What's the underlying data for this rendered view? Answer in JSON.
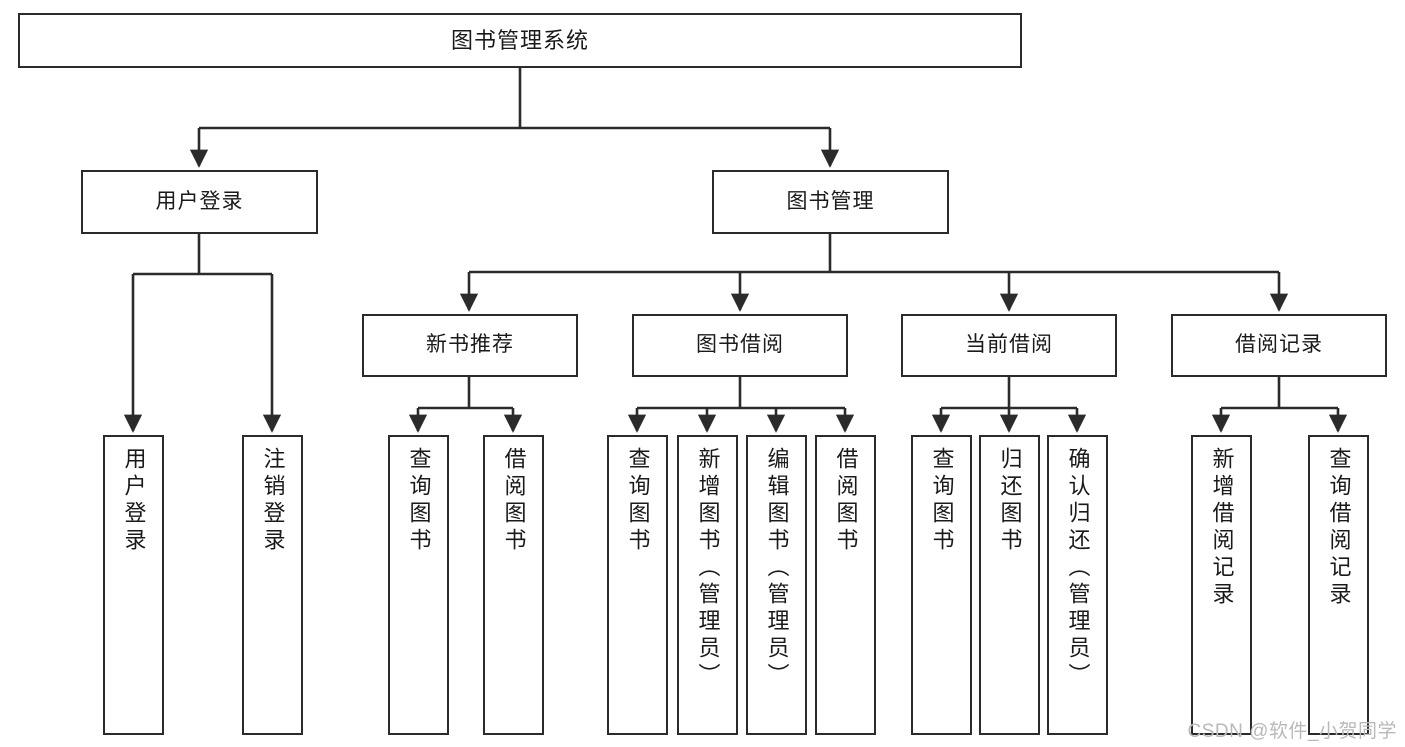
{
  "diagram": {
    "type": "tree-hierarchy-chart",
    "title_node": "图书管理系统",
    "colors": {
      "box_border": "#2b2b2b",
      "box_fill": "#ffffff",
      "edge": "#2b2b2b",
      "text": "#1a1a1a",
      "watermark": "#b9b9b9",
      "background": "#ffffff"
    },
    "nodes": {
      "root": {
        "label": "图书管理系统"
      },
      "level2": [
        {
          "id": "user-login",
          "label": "用户登录"
        },
        {
          "id": "book-manage",
          "label": "图书管理"
        }
      ],
      "level3": [
        {
          "id": "new-book-recommend",
          "label": "新书推荐"
        },
        {
          "id": "book-borrow",
          "label": "图书借阅"
        },
        {
          "id": "current-borrow",
          "label": "当前借阅"
        },
        {
          "id": "borrow-record",
          "label": "借阅记录"
        }
      ],
      "leaves": {
        "user-login": [
          {
            "id": "leaf-user-login",
            "label": "用户登录"
          },
          {
            "id": "leaf-logout",
            "label": "注销登录"
          }
        ],
        "new-book-recommend": [
          {
            "id": "leaf-query-book-1",
            "label": "查询图书"
          },
          {
            "id": "leaf-borrow-book-1",
            "label": "借阅图书"
          }
        ],
        "book-borrow": [
          {
            "id": "leaf-query-book-2",
            "label": "查询图书"
          },
          {
            "id": "leaf-add-book",
            "label": "新增图书（管理员）"
          },
          {
            "id": "leaf-edit-book",
            "label": "编辑图书（管理员）"
          },
          {
            "id": "leaf-borrow-book-2",
            "label": "借阅图书"
          }
        ],
        "current-borrow": [
          {
            "id": "leaf-query-book-3",
            "label": "查询图书"
          },
          {
            "id": "leaf-return-book",
            "label": "归还图书"
          },
          {
            "id": "leaf-confirm-return",
            "label": "确认归还（管理员）"
          }
        ],
        "borrow-record": [
          {
            "id": "leaf-add-record",
            "label": "新增借阅记录"
          },
          {
            "id": "leaf-query-record",
            "label": "查询借阅记录"
          }
        ]
      }
    },
    "watermark": "CSDN @软件_小贺同学"
  }
}
